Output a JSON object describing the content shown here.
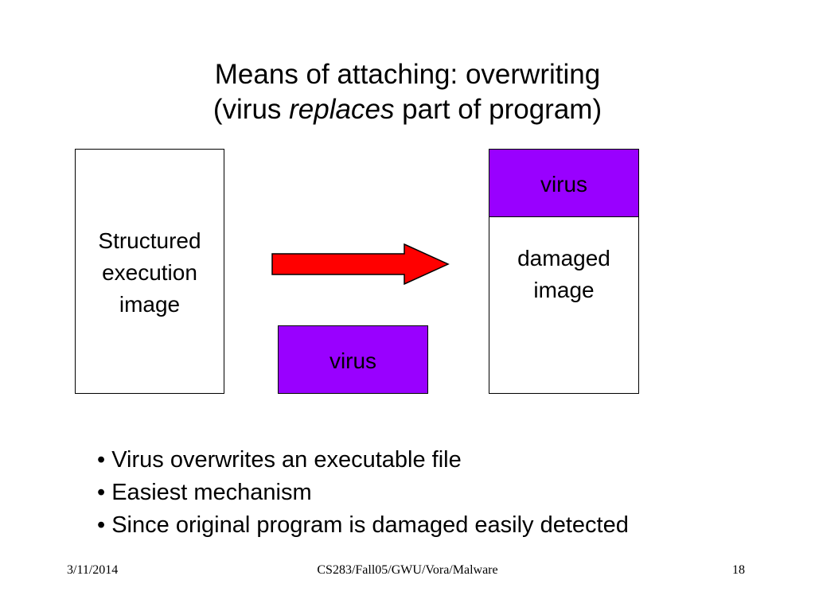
{
  "slide": {
    "title_line1": "Means of attaching: overwriting",
    "title_line2_prefix": "(virus ",
    "title_line2_emphasis": "replaces",
    "title_line2_suffix": " part of program)"
  },
  "diagram": {
    "original_box": {
      "label_lines": [
        "Structured",
        "execution",
        "image"
      ]
    },
    "virus_box": {
      "label": "virus",
      "fill_color": "#9900FF"
    },
    "arrow": {
      "icon": "right-arrow-icon",
      "fill_color": "#FF0000"
    },
    "result_box": {
      "virus_label": "virus",
      "virus_fill_color": "#9900FF",
      "damaged_label_lines": [
        "damaged",
        "image"
      ]
    }
  },
  "bullets": [
    "Virus overwrites an executable file",
    "Easiest mechanism",
    "Since original program is damaged easily detected"
  ],
  "footer": {
    "date": "3/11/2014",
    "course": "CS283/Fall05/GWU/Vora/Malware",
    "page_number": "18"
  }
}
